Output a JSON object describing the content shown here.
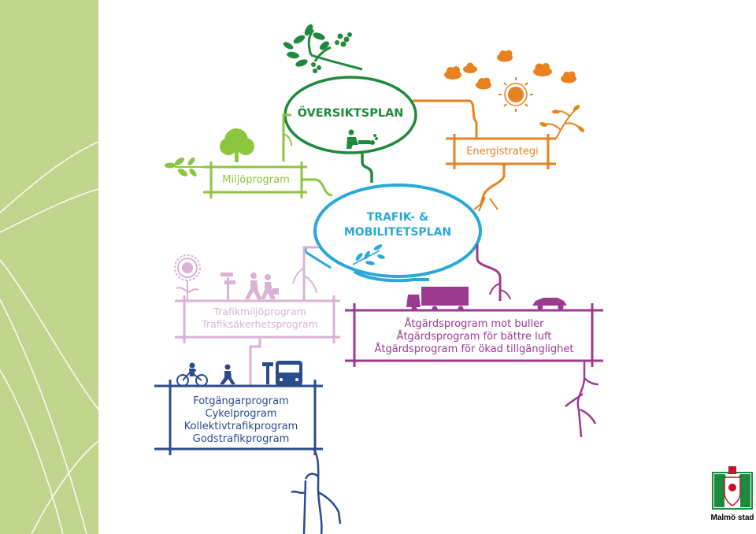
{
  "colors": {
    "sidebar_bg": "#c1d68d",
    "sidebar_lines": "#ffffff",
    "oversiktsplan": "#1f8a3e",
    "miljoprogram": "#8cc63f",
    "energistrategi": "#e8821f",
    "trafikplan": "#29a9d8",
    "buller": "#9b3a8f",
    "trafikmiljo": "#d9b3d6",
    "gang": "#2b4c8c"
  },
  "nodes": {
    "oversiktsplan": "ÖVERSIKTSPLAN",
    "trafikplan_line1": "TRAFIK- &",
    "trafikplan_line2": "MOBILITETSPLAN",
    "miljoprogram": "Miljöprogram",
    "energistrategi": "Energistrategi",
    "trafikmiljo": [
      "Trafikmiljöprogram",
      "Trafiksäkerhetsprogram"
    ],
    "atgard": [
      "Åtgärdsprogram mot buller",
      "Åtgärdsprogram för bättre luft",
      "Åtgärdsprogram för ökad tillgänglighet"
    ],
    "gang": [
      "Fotgängarprogram",
      "Cykelprogram",
      "Kollektivtrafikprogram",
      "Godstrafikprogram"
    ]
  },
  "logo": {
    "label": "Malmö stad"
  }
}
